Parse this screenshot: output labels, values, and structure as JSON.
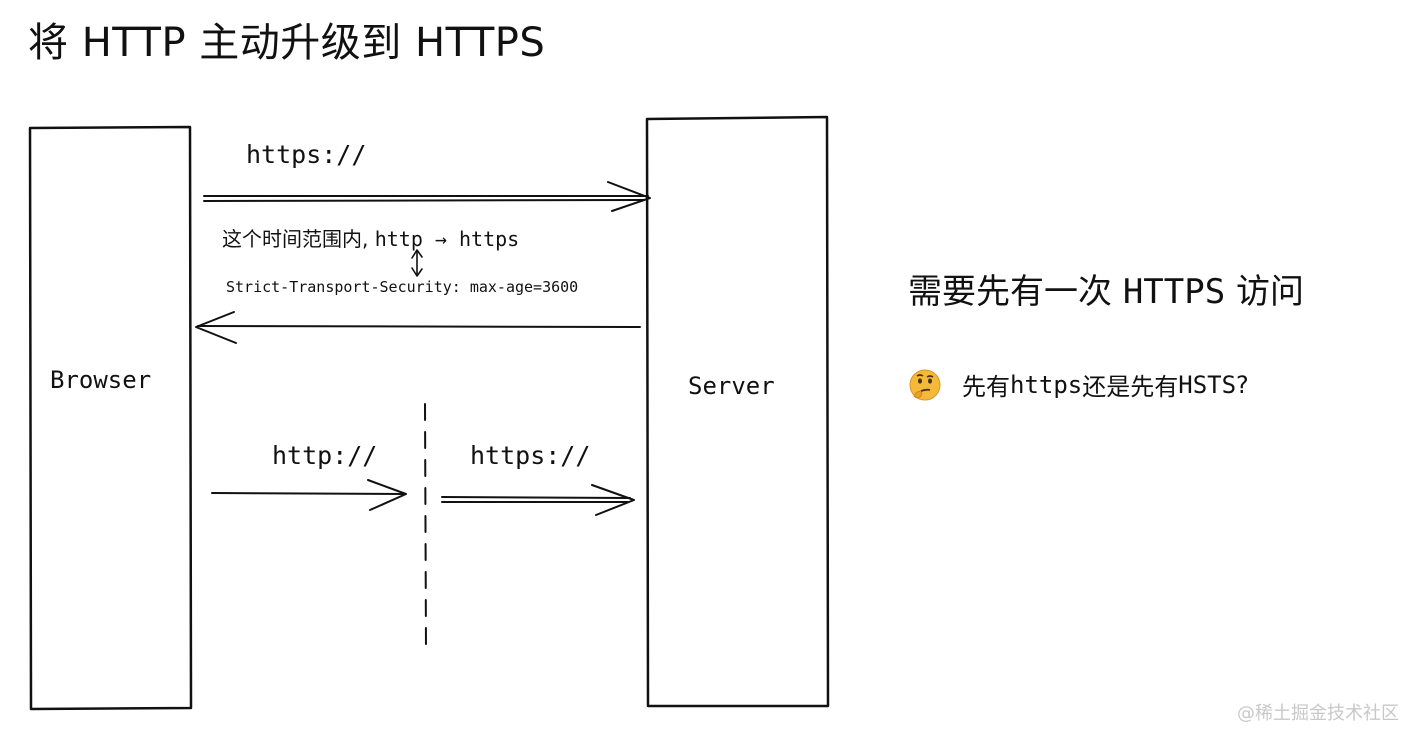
{
  "title": "将 HTTP 主动升级到 HTTPS",
  "diagram": {
    "browser_label": "Browser",
    "server_label": "Server",
    "https_top_label": "https://",
    "note_prefix": "这个时间范围内,",
    "note_code": "http → https",
    "hsts_header": "Strict-Transport-Security: max-age=3600",
    "http_bottom_label": "http://",
    "https_bottom_label": "https://"
  },
  "side": {
    "heading_prefix": "需要先有一次 ",
    "heading_code": "HTTPS",
    "heading_suffix": " 访问",
    "question_part1": "先有 ",
    "question_code1": "https",
    "question_part2": " 还是先有 ",
    "question_code2": "HSTS",
    "question_part3": " ?",
    "emoji_icon": "thinking-face-icon"
  },
  "watermark": "@稀土掘金技术社区",
  "colors": {
    "stroke": "#111111",
    "emoji_face": "#f5b93a",
    "watermark": "#c8c8c8"
  }
}
